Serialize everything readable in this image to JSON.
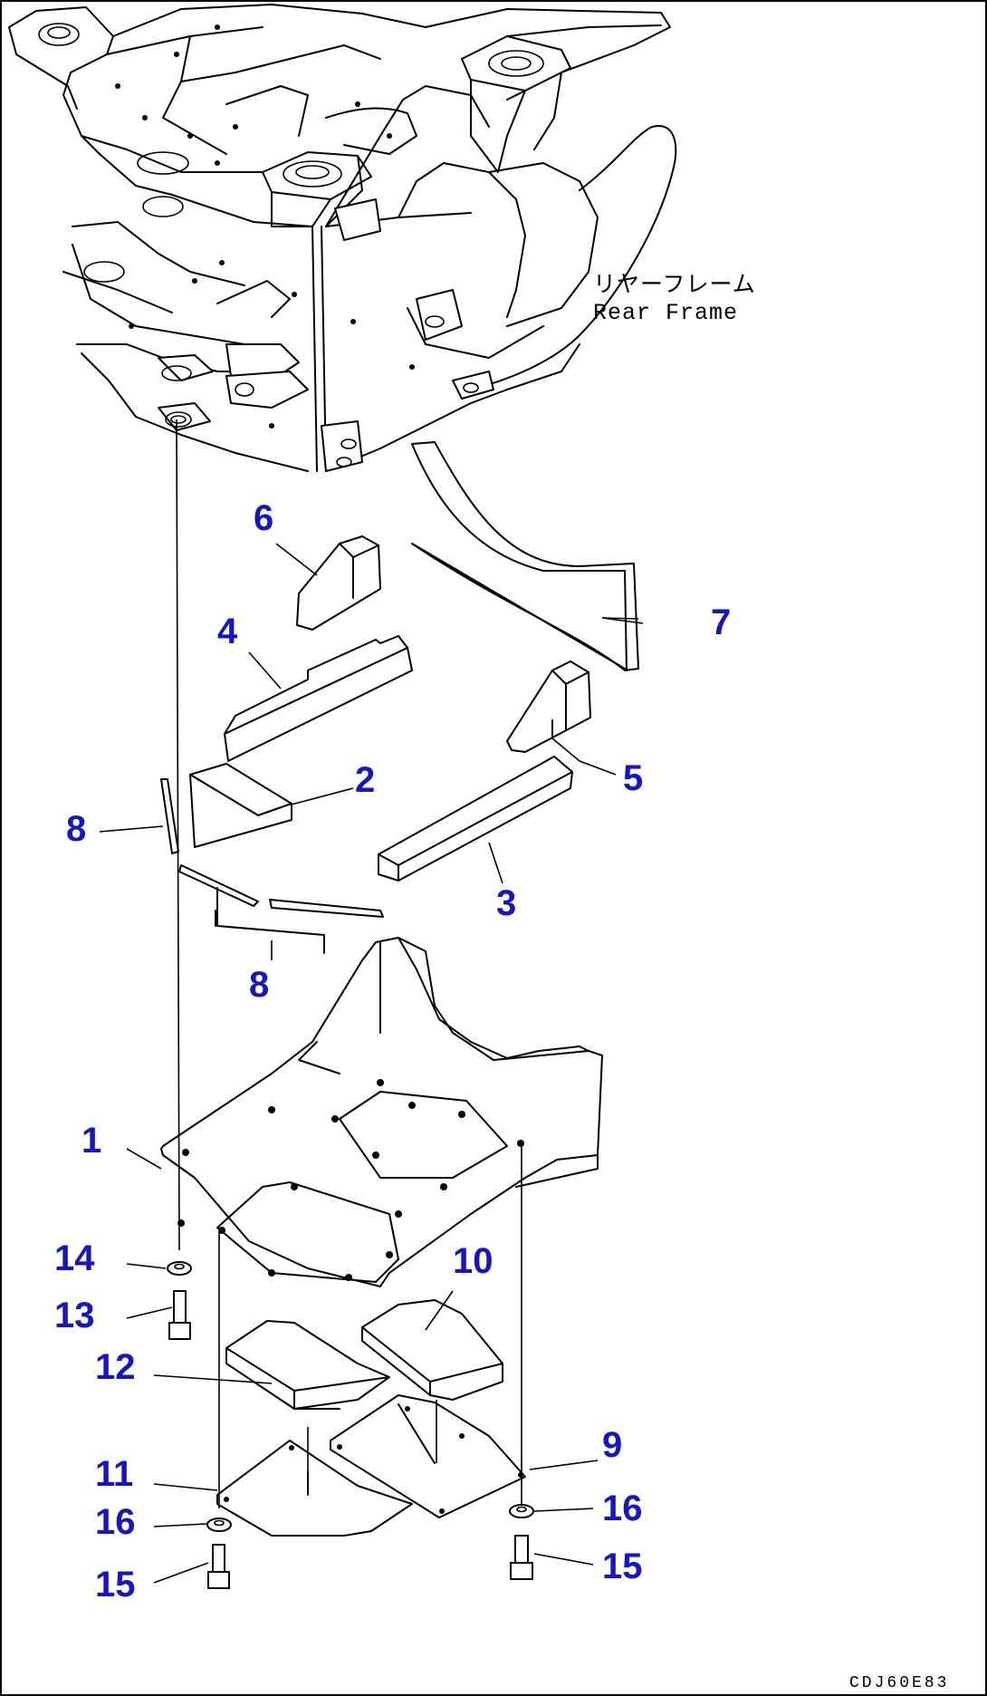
{
  "frame_label_jp": "リヤーフレーム",
  "frame_label_en": "Rear Frame",
  "drawing_code": "CDJ60E83",
  "label_color": "#1414c8",
  "callouts": [
    "1",
    "2",
    "3",
    "4",
    "5",
    "6",
    "7",
    "8",
    "8",
    "9",
    "10",
    "11",
    "12",
    "13",
    "14",
    "15",
    "15",
    "16",
    "16"
  ]
}
